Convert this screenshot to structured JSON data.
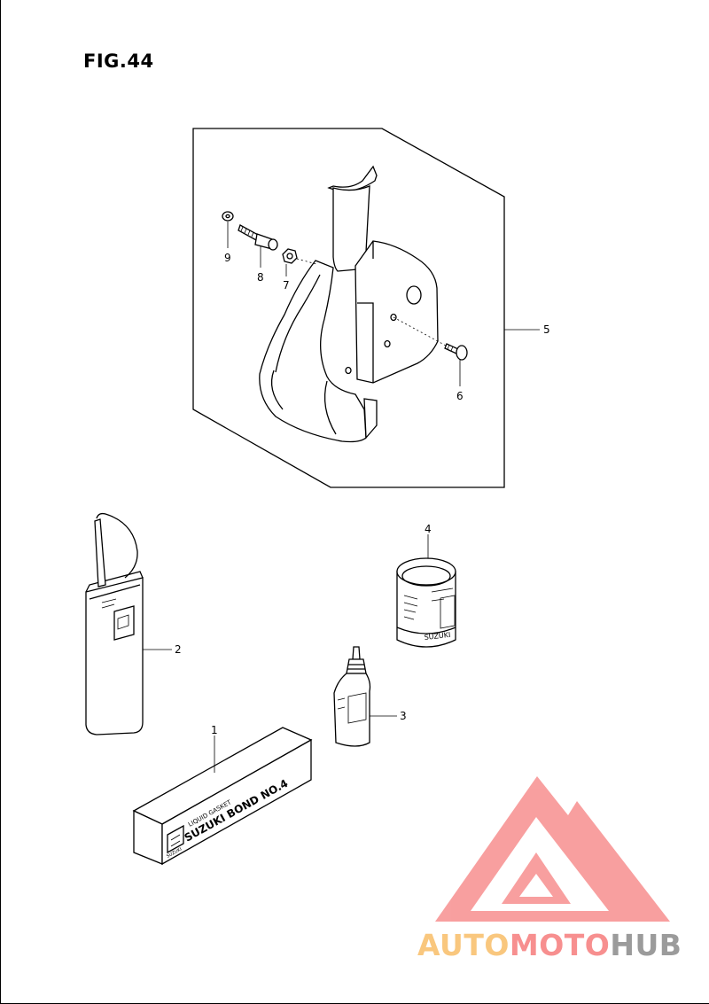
{
  "figure": {
    "title": "FIG.44"
  },
  "callouts": [
    {
      "id": "1",
      "label": "1"
    },
    {
      "id": "2",
      "label": "2"
    },
    {
      "id": "3",
      "label": "3"
    },
    {
      "id": "4",
      "label": "4"
    },
    {
      "id": "5",
      "label": "5"
    },
    {
      "id": "6",
      "label": "6"
    },
    {
      "id": "7",
      "label": "7"
    },
    {
      "id": "8",
      "label": "8"
    },
    {
      "id": "9",
      "label": "9"
    }
  ],
  "product_labels": {
    "bond_tube_line1": "LIQUID GASKET",
    "bond_tube_line2": "SUZUKI BOND NO.4",
    "bond_tube_brand": "SUZUKI",
    "can_brand": "SUZUKI"
  },
  "watermark": {
    "parts": [
      {
        "text": "AUTO",
        "color": "#f9c77e"
      },
      {
        "text": "MOTO",
        "color": "#f78f8f"
      },
      {
        "text": "HUB",
        "color": "#9b9b9b"
      }
    ],
    "logo_color": "#f78f8f"
  }
}
